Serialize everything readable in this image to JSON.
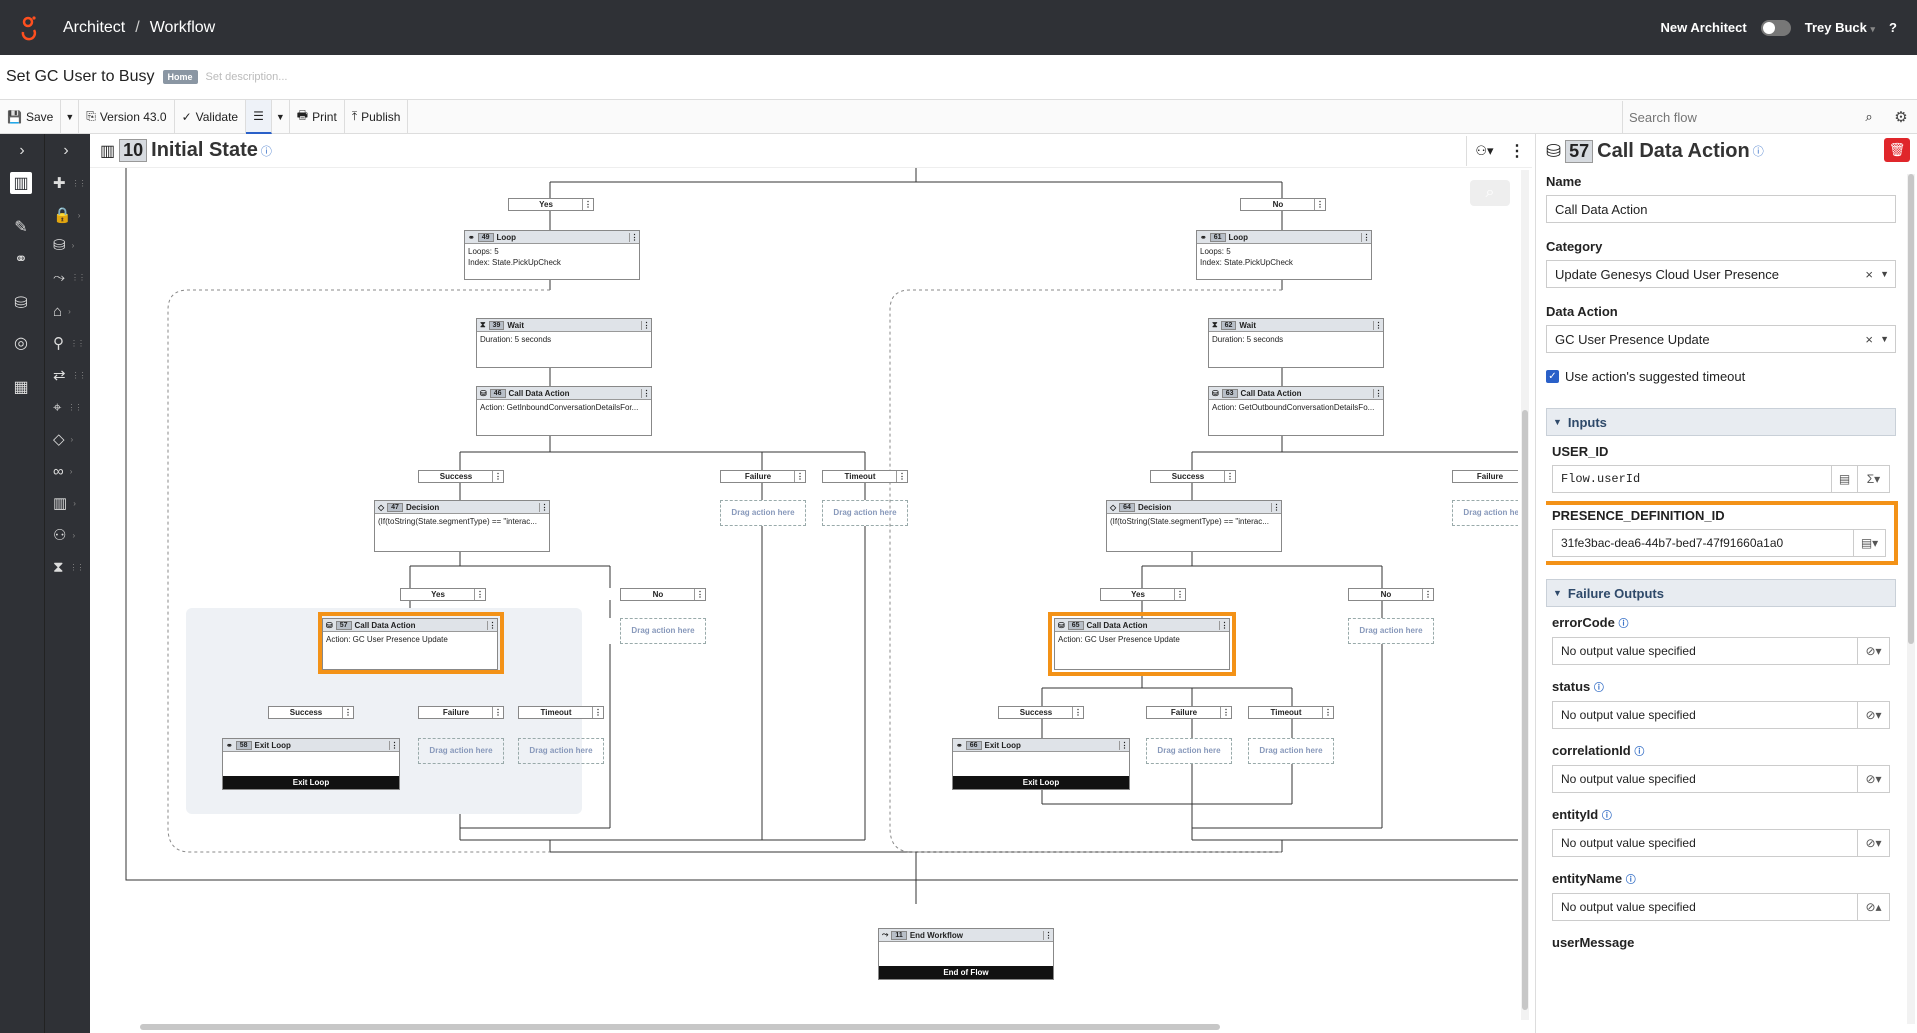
{
  "app": {
    "name": "Architect",
    "section": "Workflow",
    "sep": "/"
  },
  "topbar": {
    "new_architect_label": "New Architect",
    "user_name": "Trey Buck",
    "help": "?"
  },
  "flow": {
    "name": "Set GC User to Busy",
    "badge": "Home",
    "description_placeholder": "Set description..."
  },
  "toolbar": {
    "save": "Save",
    "version": "Version 43.0",
    "validate": "Validate",
    "print": "Print",
    "publish": "Publish",
    "search_placeholder": "Search flow"
  },
  "state": {
    "number": "10",
    "title": "Initial State"
  },
  "canvas": {
    "labels": {
      "yes": "Yes",
      "no": "No",
      "success": "Success",
      "failure": "Failure",
      "timeout": "Timeout",
      "drag": "Drag action here"
    },
    "left": {
      "loop": {
        "num": "49",
        "title": "Loop",
        "line1": "Loops: 5",
        "line2": "Index: State.PickUpCheck"
      },
      "wait": {
        "num": "39",
        "title": "Wait",
        "line1": "Duration: 5 seconds"
      },
      "cda1": {
        "num": "46",
        "title": "Call Data Action",
        "line1": "Action: GetInboundConversationDetailsFor..."
      },
      "decision": {
        "num": "47",
        "title": "Decision",
        "line1": "(If(toString(State.segmentType) == \"interac..."
      },
      "cda2": {
        "num": "57",
        "title": "Call Data Action",
        "line1": "Action: GC User Presence Update"
      },
      "exit": {
        "num": "58",
        "title": "Exit Loop",
        "bar": "Exit Loop"
      }
    },
    "right": {
      "loop": {
        "num": "61",
        "title": "Loop",
        "line1": "Loops: 5",
        "line2": "Index: State.PickUpCheck"
      },
      "wait": {
        "num": "62",
        "title": "Wait",
        "line1": "Duration: 5 seconds"
      },
      "cda1": {
        "num": "63",
        "title": "Call Data Action",
        "line1": "Action: GetOutboundConversationDetailsFo..."
      },
      "decision": {
        "num": "64",
        "title": "Decision",
        "line1": "(If(toString(State.segmentType) == \"interac..."
      },
      "cda2": {
        "num": "65",
        "title": "Call Data Action",
        "line1": "Action: GC User Presence Update"
      },
      "exit": {
        "num": "66",
        "title": "Exit Loop",
        "bar": "Exit Loop"
      }
    },
    "end": {
      "num": "11",
      "title": "End Workflow",
      "bar": "End of Flow"
    }
  },
  "panel": {
    "number": "57",
    "title": "Call Data Action",
    "name_label": "Name",
    "name_value": "Call Data Action",
    "category_label": "Category",
    "category_value": "Update Genesys Cloud User Presence",
    "data_action_label": "Data Action",
    "data_action_value": "GC User Presence Update",
    "timeout_label": "Use action's suggested timeout",
    "inputs_label": "Inputs",
    "inputs": [
      {
        "name": "USER_ID",
        "value": "Flow.userId"
      },
      {
        "name": "PRESENCE_DEFINITION_ID",
        "value": "31fe3bac-dea6-44b7-bed7-47f91660a1a0"
      }
    ],
    "failure_label": "Failure Outputs",
    "outputs": [
      {
        "name": "errorCode",
        "value": "No output value specified"
      },
      {
        "name": "status",
        "value": "No output value specified"
      },
      {
        "name": "correlationId",
        "value": "No output value specified"
      },
      {
        "name": "entityId",
        "value": "No output value specified"
      },
      {
        "name": "entityName",
        "value": "No output value specified"
      },
      {
        "name": "userMessage",
        "value": ""
      }
    ]
  }
}
